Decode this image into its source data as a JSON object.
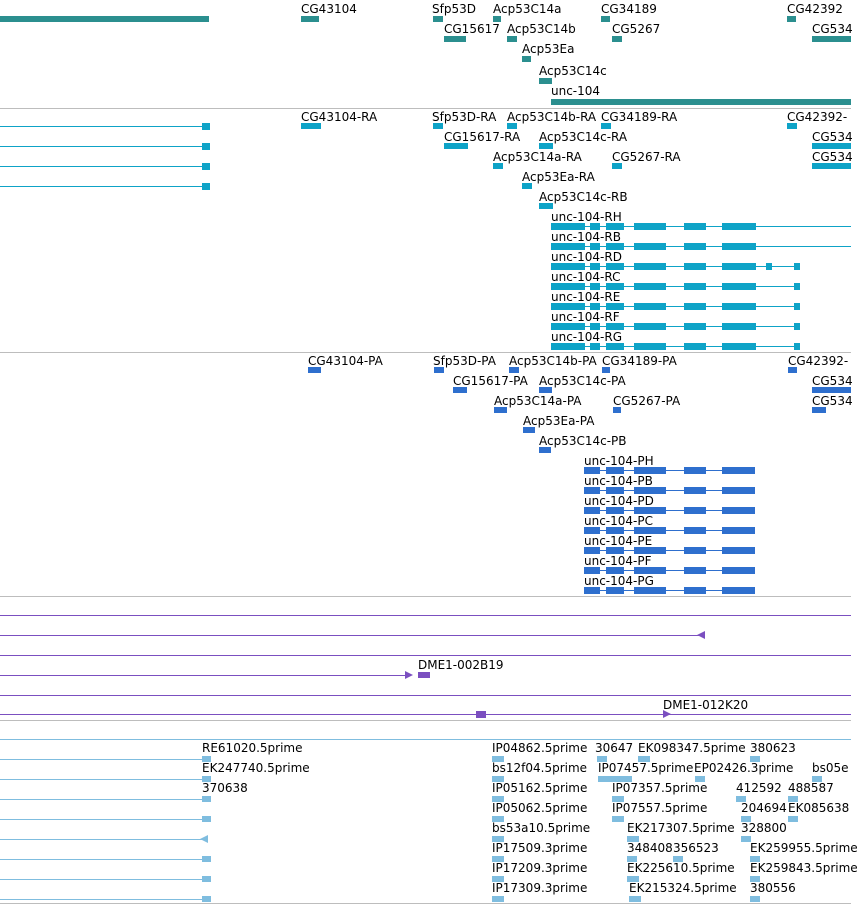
{
  "colors": {
    "gene": "#2b8f8f",
    "mrna": "#0ea3c7",
    "protein": "#2e6fce",
    "clone": "#7b4fc0",
    "est": "#7fbddf",
    "separator": "#bdbdbd"
  },
  "tracks": {
    "gene": {
      "features": [
        {
          "label": "",
          "strand": "-",
          "kind": "bar"
        },
        {
          "label": "CG43104",
          "strand": "-"
        },
        {
          "label": "Sfp53D",
          "strand": "-"
        },
        {
          "label": "Acp53C14a",
          "strand": "-"
        },
        {
          "label": "CG34189",
          "strand": "+"
        },
        {
          "label": "CG42392",
          "strand": "-"
        },
        {
          "label": "CG15617",
          "strand": "+"
        },
        {
          "label": "Acp53C14b",
          "strand": "-"
        },
        {
          "label": "CG5267",
          "strand": "+"
        },
        {
          "label": "CG534",
          "strand": "+",
          "kind": "bar"
        },
        {
          "label": "Acp53Ea",
          "strand": "-"
        },
        {
          "label": "Acp53C14c",
          "strand": "-"
        },
        {
          "label": "unc-104",
          "strand": "-",
          "kind": "bar"
        }
      ]
    },
    "mrna": {
      "features": [
        {
          "label": "CG43104-RA",
          "strand": "-"
        },
        {
          "label": "Sfp53D-RA",
          "strand": "-"
        },
        {
          "label": "Acp53C14b-RA",
          "strand": "-"
        },
        {
          "label": "CG34189-RA",
          "strand": "+"
        },
        {
          "label": "CG42392-",
          "strand": "-"
        },
        {
          "label": "CG15617-RA",
          "strand": "+"
        },
        {
          "label": "Acp53C14c-RA",
          "strand": "-"
        },
        {
          "label": "CG534",
          "strand": "+"
        },
        {
          "label": "Acp53C14a-RA",
          "strand": "-"
        },
        {
          "label": "CG5267-RA",
          "strand": "+"
        },
        {
          "label": "CG534",
          "strand": "+"
        },
        {
          "label": "Acp53Ea-RA",
          "strand": "-"
        },
        {
          "label": "Acp53C14c-RB",
          "strand": "-"
        },
        {
          "label": "unc-104-RH",
          "strand": "-"
        },
        {
          "label": "unc-104-RB",
          "strand": "-"
        },
        {
          "label": "unc-104-RD",
          "strand": "-"
        },
        {
          "label": "unc-104-RC",
          "strand": "-"
        },
        {
          "label": "unc-104-RE",
          "strand": "-"
        },
        {
          "label": "unc-104-RF",
          "strand": "-"
        },
        {
          "label": "unc-104-RG",
          "strand": "-"
        }
      ]
    },
    "protein": {
      "features": [
        {
          "label": "CG43104-PA",
          "strand": "-"
        },
        {
          "label": "Sfp53D-PA",
          "strand": "-"
        },
        {
          "label": "Acp53C14b-PA",
          "strand": "-"
        },
        {
          "label": "CG34189-PA",
          "strand": "+"
        },
        {
          "label": "CG42392-",
          "strand": "-"
        },
        {
          "label": "CG15617-PA",
          "strand": "+"
        },
        {
          "label": "Acp53C14c-PA",
          "strand": "-"
        },
        {
          "label": "CG534",
          "strand": "+"
        },
        {
          "label": "Acp53C14a-PA",
          "strand": "-"
        },
        {
          "label": "CG5267-PA",
          "strand": "+"
        },
        {
          "label": "CG534",
          "strand": "+"
        },
        {
          "label": "Acp53Ea-PA",
          "strand": "-"
        },
        {
          "label": "Acp53C14c-PB",
          "strand": "-"
        },
        {
          "label": "unc-104-PH",
          "strand": "-"
        },
        {
          "label": "unc-104-PB",
          "strand": "-"
        },
        {
          "label": "unc-104-PD",
          "strand": "-"
        },
        {
          "label": "unc-104-PC",
          "strand": "-"
        },
        {
          "label": "unc-104-PE",
          "strand": "-"
        },
        {
          "label": "unc-104-PF",
          "strand": "-"
        },
        {
          "label": "unc-104-PG",
          "strand": "-"
        }
      ]
    },
    "clone": {
      "features": [
        {
          "label": "",
          "strand": "+"
        },
        {
          "label": "",
          "strand": "-"
        },
        {
          "label": "",
          "strand": "+"
        },
        {
          "label": "DME1-002B19",
          "strand": "+"
        },
        {
          "label": "",
          "strand": "+"
        },
        {
          "label": "DME1-012K20",
          "strand": "+"
        }
      ]
    },
    "est": {
      "features": [
        {
          "label": "",
          "strand": "+"
        },
        {
          "label": "RE61020.5prime",
          "strand": "-"
        },
        {
          "label": "IP04862.5prime",
          "strand": "-"
        },
        {
          "label": "30647",
          "strand": "-"
        },
        {
          "label": "EK098347.5prime",
          "strand": "-"
        },
        {
          "label": "380623",
          "strand": "-"
        },
        {
          "label": "EK247740.5prime",
          "strand": "-"
        },
        {
          "label": "bs12f04.5prime",
          "strand": "-"
        },
        {
          "label": "IP07457.5prime",
          "strand": "-"
        },
        {
          "label": "EP02426.3prime",
          "strand": "+"
        },
        {
          "label": "bs05e",
          "strand": "-"
        },
        {
          "label": "370638",
          "strand": "-"
        },
        {
          "label": "IP05162.5prime",
          "strand": "-"
        },
        {
          "label": "IP07357.5prime",
          "strand": "-"
        },
        {
          "label": "412592",
          "strand": "-"
        },
        {
          "label": "488587",
          "strand": "-"
        },
        {
          "label": "IP05062.5prime",
          "strand": "-"
        },
        {
          "label": "IP07557.5prime",
          "strand": "-"
        },
        {
          "label": "204694",
          "strand": "-"
        },
        {
          "label": "EK085638",
          "strand": "-"
        },
        {
          "label": "",
          "strand": "-"
        },
        {
          "label": "bs53a10.5prime",
          "strand": "-"
        },
        {
          "label": "EK217307.5prime",
          "strand": "-"
        },
        {
          "label": "328800",
          "strand": "-"
        },
        {
          "label": "IP17509.3prime",
          "strand": "-"
        },
        {
          "label": "348408",
          "strand": "-"
        },
        {
          "label": "356523",
          "strand": "-"
        },
        {
          "label": "EK259955.5prime",
          "strand": "-"
        },
        {
          "label": "IP17209.3prime",
          "strand": "-"
        },
        {
          "label": "EK225610.5prime",
          "strand": "-"
        },
        {
          "label": "EK259843.5prime",
          "strand": "-"
        },
        {
          "label": "IP17309.3prime",
          "strand": "-"
        },
        {
          "label": "EK215324.5prime",
          "strand": "-"
        },
        {
          "label": "380556",
          "strand": "-"
        }
      ]
    }
  }
}
